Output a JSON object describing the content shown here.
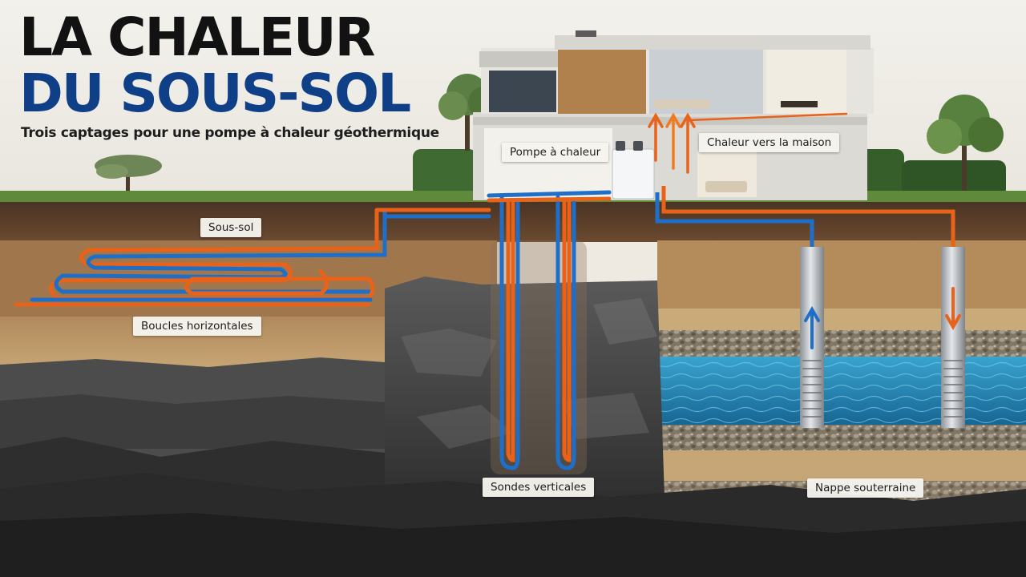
{
  "title": {
    "line1": "LA CHALEUR",
    "line2": "DU SOUS-SOL"
  },
  "subtitle": "Trois captages pour une pompe à chaleur géothermique",
  "labels": {
    "pump": "Pompe à chaleur",
    "heat_to_house": "Chaleur vers la maison",
    "subsoil": "Sous-sol",
    "horizontal_loops": "Boucles horizontales",
    "vertical_probes": "Sondes verticales",
    "groundwater": "Nappe souterraine"
  },
  "colors": {
    "hot_pipe": "#e8621a",
    "cold_pipe": "#1f6fc8",
    "title_dark": "#121212",
    "title_blue": "#0f3f86",
    "water": "#1f7fb0"
  }
}
